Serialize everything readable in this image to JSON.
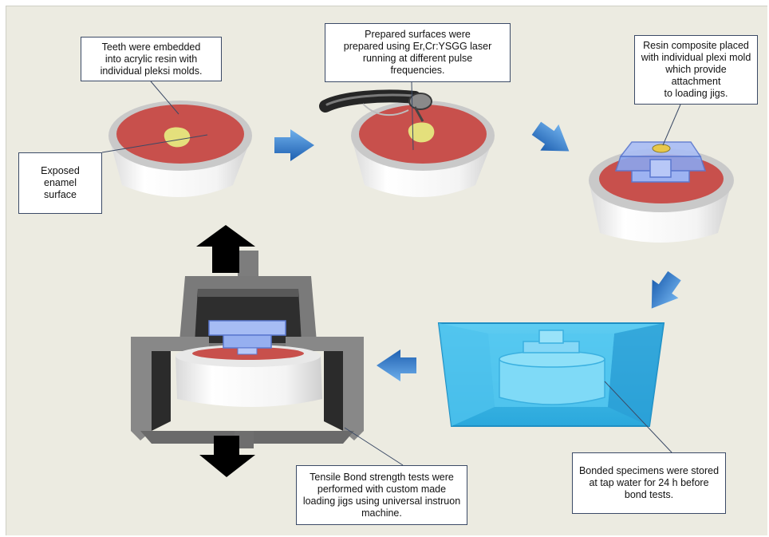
{
  "colors": {
    "background": "#ecebe1",
    "resin": "#c8504c",
    "enamel": "#e4e07c",
    "cylinder": "#fafafa",
    "plexi": "#7f9ce8",
    "water": "#38b8e6",
    "jig": "#8b8b8b",
    "arrow_blue": "#2f7ccc",
    "arrow_black": "#000000"
  },
  "labels": {
    "embedded": "Teeth were embedded\ninto acrylic resin  with\nindividual pleksi molds.",
    "exposed": "Exposed\nenamel\nsurface",
    "prepared": "Prepared  surfaces were\nprepared using Er,Cr:YSGG laser\nrunning at different pulse\nfrequencies.",
    "composite": "Resin composite placed\nwith individual  plexi mold\nwhich provide attachment\nto loading jigs.",
    "stored": "Bonded specimens were stored\nat tap water for 24 h before\nbond tests.",
    "tensile": "Tensile Bond strength tests were\nperformed with custom made\nloading jigs using universal instruon\nmachine."
  },
  "icons": [
    "blue-arrow-icon",
    "black-arrow-up-icon",
    "black-arrow-down-icon",
    "laser-handpiece-icon"
  ]
}
